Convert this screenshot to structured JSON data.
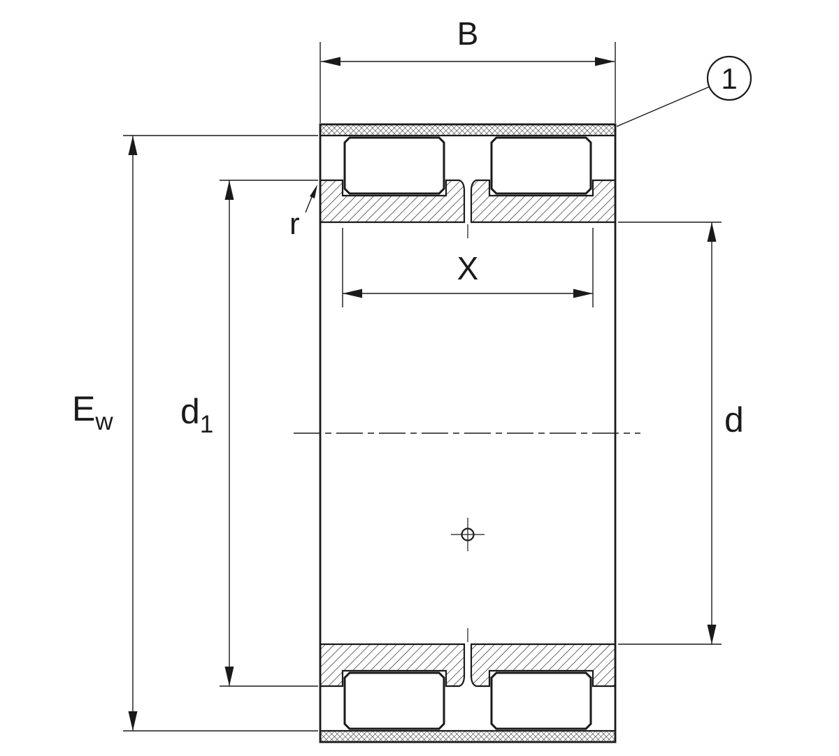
{
  "drawing": {
    "colors": {
      "line": "#1a1a1a",
      "background": "#ffffff"
    },
    "dimension_labels": {
      "b": "B",
      "ew_main": "E",
      "ew_sub": "w",
      "d1_main": "d",
      "d1_sub": "1",
      "x": "X",
      "d": "d",
      "r": "r"
    },
    "callouts": {
      "item1": "1"
    }
  }
}
